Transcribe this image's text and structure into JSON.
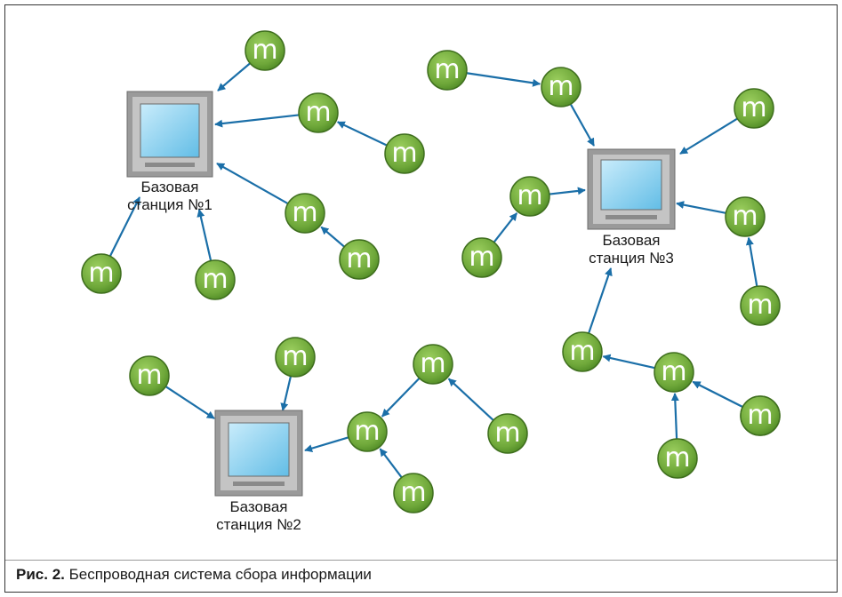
{
  "diagram": {
    "accent": {
      "node_fill": "#6fa83a",
      "node_outline": "#3f6f1e",
      "arrow": "#1b6fa8",
      "screen": "#8fd4f0"
    },
    "icons": {
      "node": "mote-node-icon",
      "station": "computer-monitor-icon"
    },
    "node_glyph": "m",
    "stations": [
      {
        "id": "st1",
        "line1": "Базовая",
        "line2": "станция №1"
      },
      {
        "id": "st2",
        "line1": "Базовая",
        "line2": "станция №2"
      },
      {
        "id": "st3",
        "line1": "Базовая",
        "line2": "станция №3"
      }
    ],
    "nodes": [
      {
        "id": "a1"
      },
      {
        "id": "a2"
      },
      {
        "id": "a3"
      },
      {
        "id": "a4"
      },
      {
        "id": "a5"
      },
      {
        "id": "a6"
      },
      {
        "id": "a7"
      },
      {
        "id": "b1"
      },
      {
        "id": "b2"
      },
      {
        "id": "b3"
      },
      {
        "id": "b4"
      },
      {
        "id": "b5"
      },
      {
        "id": "b6"
      },
      {
        "id": "c1"
      },
      {
        "id": "c2"
      },
      {
        "id": "c3"
      },
      {
        "id": "c4"
      },
      {
        "id": "c5"
      },
      {
        "id": "c6"
      },
      {
        "id": "c7"
      },
      {
        "id": "c8"
      },
      {
        "id": "c9"
      },
      {
        "id": "c10"
      },
      {
        "id": "c11"
      },
      {
        "id": "c12"
      }
    ],
    "links": [
      {
        "from": "a1",
        "to": "st1"
      },
      {
        "from": "a2",
        "to": "st1"
      },
      {
        "from": "a3",
        "to": "a2"
      },
      {
        "from": "a4",
        "to": "st1"
      },
      {
        "from": "a5",
        "to": "a4"
      },
      {
        "from": "a6",
        "to": "st1"
      },
      {
        "from": "a7",
        "to": "st1"
      },
      {
        "from": "b1",
        "to": "st2"
      },
      {
        "from": "b2",
        "to": "st2"
      },
      {
        "from": "b3",
        "to": "st2"
      },
      {
        "from": "b4",
        "to": "b3"
      },
      {
        "from": "b5",
        "to": "b4"
      },
      {
        "from": "b6",
        "to": "b3"
      },
      {
        "from": "c1",
        "to": "c2"
      },
      {
        "from": "c2",
        "to": "st3"
      },
      {
        "from": "c3",
        "to": "st3"
      },
      {
        "from": "c4",
        "to": "st3"
      },
      {
        "from": "c5",
        "to": "c4"
      },
      {
        "from": "c6",
        "to": "st3"
      },
      {
        "from": "c7",
        "to": "c6"
      },
      {
        "from": "c8",
        "to": "c9"
      },
      {
        "from": "c9",
        "to": "c10"
      },
      {
        "from": "c10",
        "to": "st3"
      },
      {
        "from": "c11",
        "to": "c9"
      },
      {
        "from": "c12",
        "to": "c9"
      }
    ]
  },
  "caption": {
    "figure": "Рис. 2.",
    "text": "Беспроводная система сбора информации"
  }
}
